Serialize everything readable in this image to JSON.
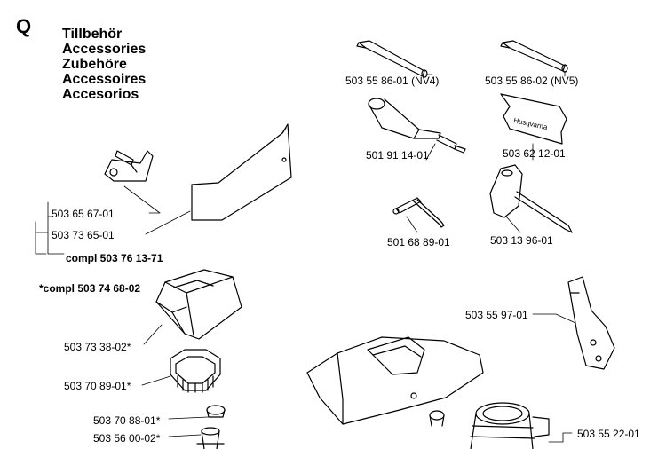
{
  "section": {
    "letter": "Q"
  },
  "titles": [
    "Tillbehör",
    "Accessories",
    "Zubehöre",
    "Accessoires",
    "Accesorios"
  ],
  "parts": {
    "hex_key_nv4": "503 55 86-01 (NV4)",
    "hex_key_nv5": "503 55 86-02 (NV5)",
    "file_holder": "501 91 14-01",
    "decal": "503 62 12-01",
    "t_wrench": "501 68 89-01",
    "combi_wrench": "503 13 96-01",
    "clip": "503 65 67-01",
    "deflector": "503 73 65-01",
    "deflector_compl": "compl 503 76 13-71",
    "filter_compl": "*compl 503 74 68-02",
    "filter_cover": "503 73 38-02*",
    "air_filter": "503 70 89-01*",
    "filter_ring": "503 70 88-01*",
    "filter_holder": "503 56 00-02*",
    "bracket": "503 55 97-01",
    "cylinder": "503 55 22-01"
  },
  "decal_text": "Husqvarna"
}
